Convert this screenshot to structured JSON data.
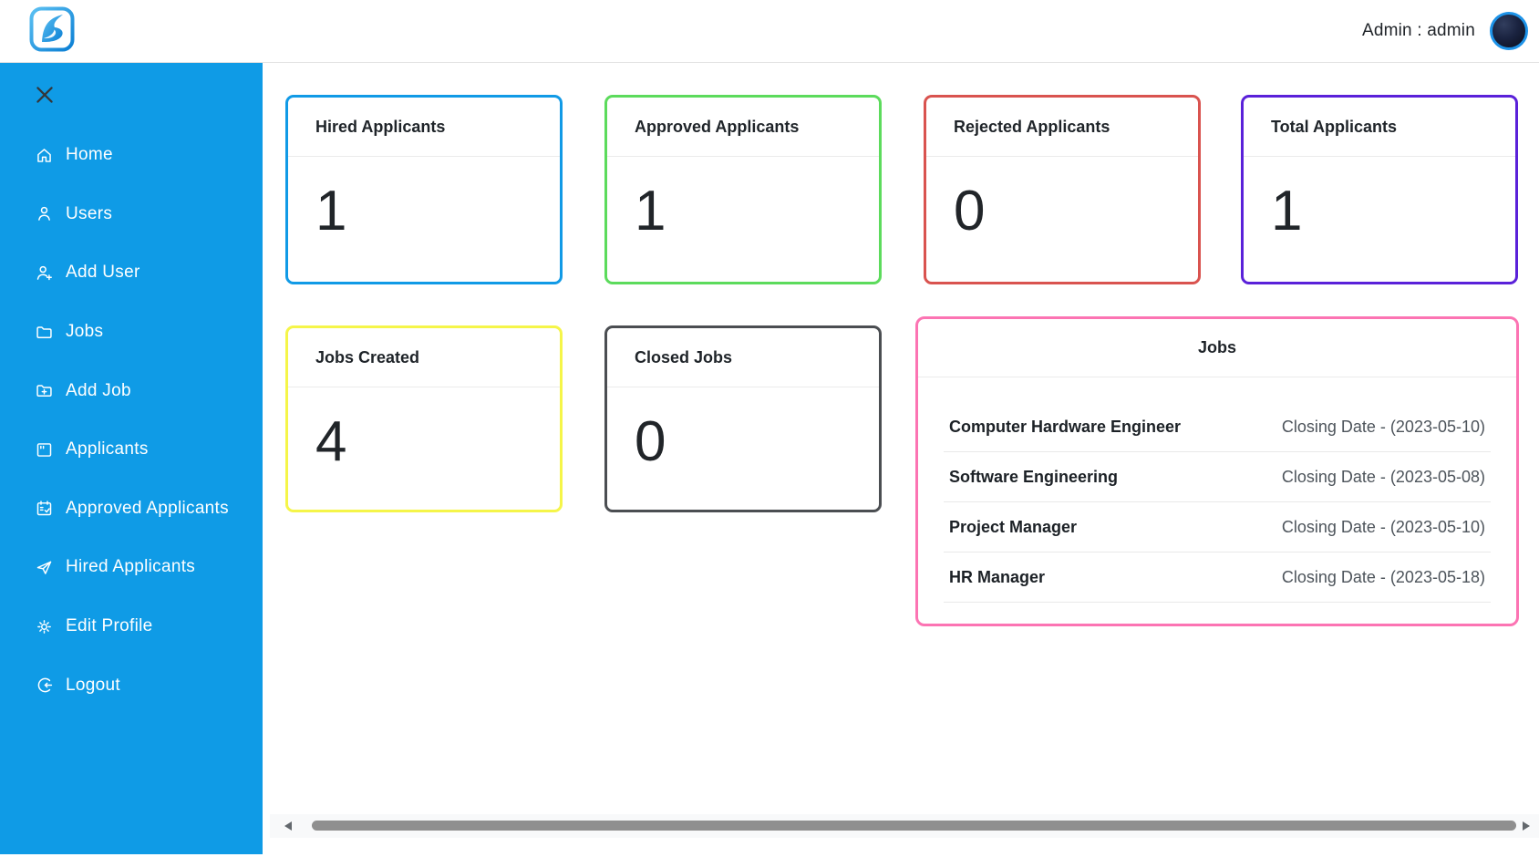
{
  "header": {
    "admin_label": "Admin : admin"
  },
  "colors": {
    "sidebar_blue": "#0f9be6",
    "header_border": "#e2e2e2",
    "scroll_thumb": "#8f8f8f",
    "panel_pink": "#fc74b3"
  },
  "sidebar": {
    "items": [
      {
        "id": "home",
        "label": "Home"
      },
      {
        "id": "users",
        "label": "Users"
      },
      {
        "id": "add-user",
        "label": "Add User"
      },
      {
        "id": "jobs",
        "label": "Jobs"
      },
      {
        "id": "add-job",
        "label": "Add Job"
      },
      {
        "id": "applicants",
        "label": "Applicants"
      },
      {
        "id": "approved-applicants",
        "label": "Approved Applicants"
      },
      {
        "id": "hired-applicants",
        "label": "Hired Applicants"
      },
      {
        "id": "edit-profile",
        "label": "Edit Profile"
      },
      {
        "id": "logout",
        "label": "Logout"
      }
    ]
  },
  "stats": [
    {
      "title": "Hired Applicants",
      "value": "1",
      "border": "#119ae6"
    },
    {
      "title": "Approved Applicants",
      "value": "1",
      "border": "#5cdb5c"
    },
    {
      "title": "Rejected Applicants",
      "value": "0",
      "border": "#d9534f"
    },
    {
      "title": "Total Applicants",
      "value": "1",
      "border": "#5a21d9"
    },
    {
      "title": "Jobs Created",
      "value": "4",
      "border": "#f5f549"
    },
    {
      "title": "Closed Jobs",
      "value": "0",
      "border": "#4b4e52"
    }
  ],
  "jobs_panel": {
    "title": "Jobs",
    "rows": [
      {
        "title": "Computer Hardware Engineer",
        "closing": "Closing Date - (2023-05-10)"
      },
      {
        "title": "Software Engineering",
        "closing": "Closing Date - (2023-05-08)"
      },
      {
        "title": "Project Manager",
        "closing": "Closing Date - (2023-05-10)"
      },
      {
        "title": "HR Manager",
        "closing": "Closing Date - (2023-05-18)"
      }
    ]
  }
}
